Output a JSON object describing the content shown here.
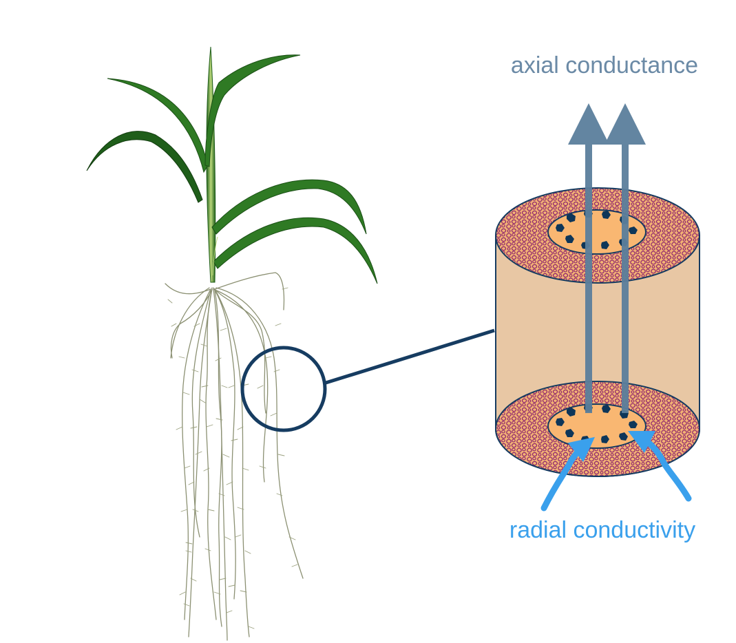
{
  "labels": {
    "axial": "axial conductance",
    "radial": "radial conductivity"
  },
  "colors": {
    "axial_arrow": "#5b7f9c",
    "axial_text": "#6b8aa6",
    "radial_arrow": "#3aa0ec",
    "radial_text": "#3aa0ec",
    "cylinder_body": "#e8c7a4",
    "cortex": "#f2b274",
    "cortex_cells": "#8a1f6e",
    "stele": "#f9b772",
    "xylem": "#0e3659",
    "magnifier": "#163c61",
    "leaf_dark": "#1f5e1a",
    "leaf_light": "#b9d77a",
    "root": "#8b9072"
  },
  "icons": {
    "plant": "maize-plant-illustration",
    "magnifier": "magnifier-circle",
    "cylinder": "root-segment-cross-section"
  }
}
